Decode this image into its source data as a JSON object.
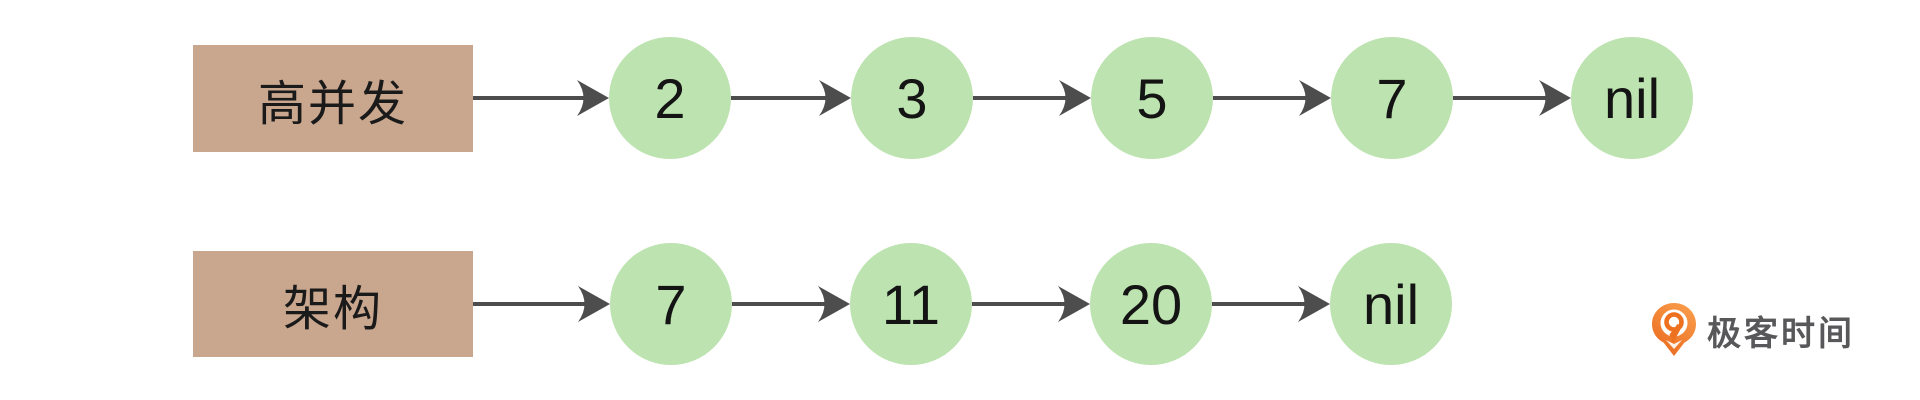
{
  "diagram": {
    "title_hint": "two sorted linked lists",
    "lists": [
      {
        "label": "高并发",
        "nodes": [
          "2",
          "3",
          "5",
          "7",
          "nil"
        ]
      },
      {
        "label": "架构",
        "nodes": [
          "7",
          "11",
          "20",
          "nil"
        ]
      }
    ]
  },
  "logo": {
    "text": "极客时间",
    "icon": "geektime-pin-icon"
  },
  "colors": {
    "background": "#ffffff",
    "label_box": "#C9A78E",
    "node_fill": "#BDE3B0",
    "arrow": "#4D4D4D",
    "node_text": "#141414",
    "logo_orange": "#EE7120",
    "logo_orange_light": "#F99D4B",
    "logo_text": "#58585B"
  }
}
